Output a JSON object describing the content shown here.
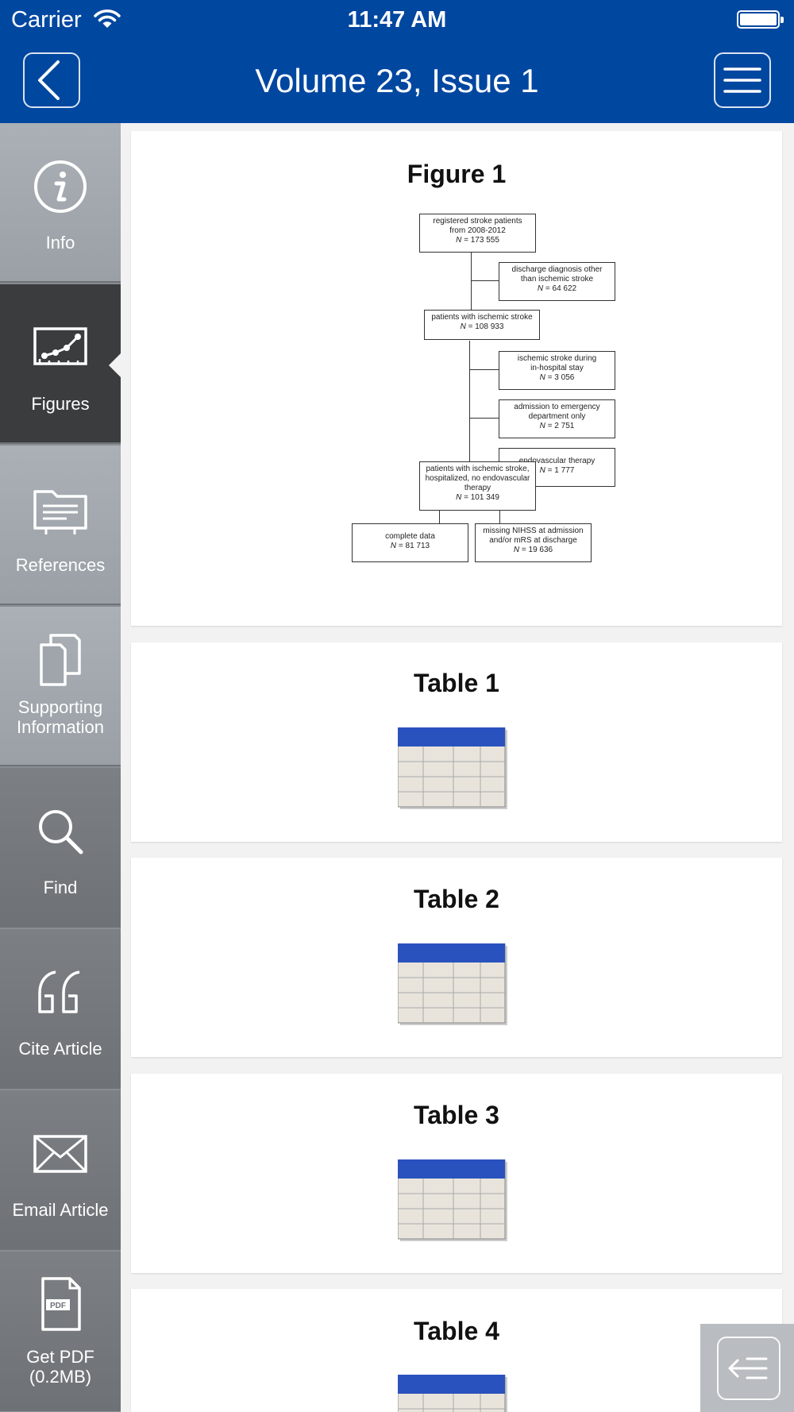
{
  "status_bar": {
    "carrier": "Carrier",
    "time": "11:47 AM"
  },
  "nav": {
    "title": "Volume 23, Issue 1",
    "back_icon": "chevron-left-icon",
    "menu_icon": "hamburger-menu-icon"
  },
  "sidebar": {
    "items": [
      {
        "label": "Info",
        "icon": "info-icon"
      },
      {
        "label": "Figures",
        "icon": "chart-icon",
        "active": true
      },
      {
        "label": "References",
        "icon": "folder-icon"
      },
      {
        "label_lines": [
          "Supporting",
          "Information"
        ],
        "icon": "documents-icon"
      },
      {
        "label": "Find",
        "icon": "search-icon"
      },
      {
        "label": "Cite Article",
        "icon": "quote-icon"
      },
      {
        "label": "Email Article",
        "icon": "envelope-icon"
      },
      {
        "label_lines": [
          "Get PDF",
          "(0.2MB)"
        ],
        "icon": "pdf-icon"
      }
    ]
  },
  "figures": [
    {
      "title": "Figure 1",
      "flowchart": {
        "registered": {
          "lines": [
            "registered stroke patients",
            "from 2008-2012"
          ],
          "n": "173 555"
        },
        "excluded_diagnosis": {
          "lines": [
            "discharge diagnosis other",
            "than ischemic stroke"
          ],
          "n": "64 622"
        },
        "ischemic": {
          "lines": [
            "patients with ischemic stroke"
          ],
          "n": "108 933"
        },
        "excluded_inhospital": {
          "lines": [
            "ischemic stroke during",
            "in-hospital stay"
          ],
          "n": "3 056"
        },
        "excluded_emergency": {
          "lines": [
            "admission to emergency",
            "department only"
          ],
          "n": "2 751"
        },
        "excluded_endovascular": {
          "lines": [
            "endovascular therapy"
          ],
          "n": "1 777"
        },
        "hospitalized": {
          "lines": [
            "patients with ischemic stroke,",
            "hospitalized, no endovascular",
            "therapy"
          ],
          "n": "101 349"
        },
        "complete": {
          "lines": [
            "complete data"
          ],
          "n": "81 713"
        },
        "missing": {
          "lines": [
            "missing NIHSS at admission",
            "and/or mRS at discharge"
          ],
          "n": " 19 636"
        },
        "n_label": "N",
        "n_sep": " = "
      }
    },
    {
      "title": "Table 1"
    },
    {
      "title": "Table 2"
    },
    {
      "title": "Table 3"
    },
    {
      "title": "Table 4"
    }
  ],
  "toc_button_icon": "back-to-list-icon",
  "colors": {
    "header": "#0047a0",
    "sidebar_active": "#3b3c3e",
    "table_header": "#2a52be"
  }
}
